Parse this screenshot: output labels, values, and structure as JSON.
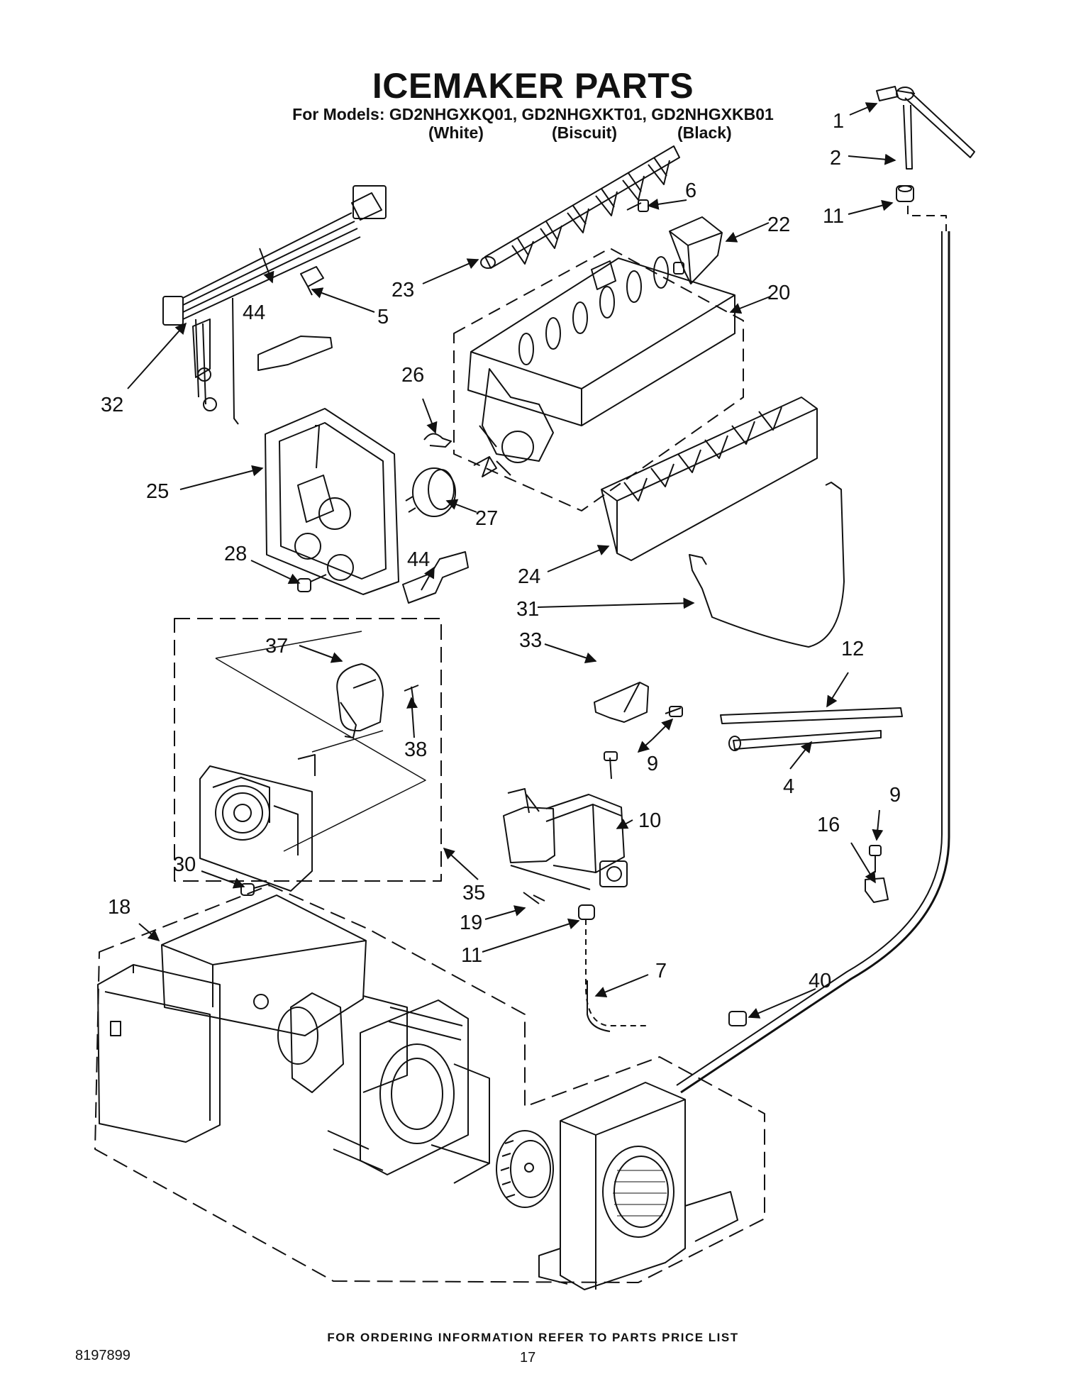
{
  "header": {
    "title": "ICEMAKER PARTS",
    "models_line": "For Models: GD2NHGXKQ01, GD2NHGXKT01, GD2NHGXKB01",
    "variants": [
      "(White)",
      "(Biscuit)",
      "(Black)"
    ]
  },
  "callouts": [
    "1",
    "2",
    "11",
    "6",
    "22",
    "23",
    "5",
    "20",
    "44",
    "32",
    "26",
    "25",
    "27",
    "44",
    "28",
    "24",
    "31",
    "33",
    "37",
    "12",
    "38",
    "9",
    "4",
    "9",
    "10",
    "16",
    "30",
    "35",
    "18",
    "19",
    "11",
    "7",
    "40"
  ],
  "footer": {
    "ordering_note": "FOR ORDERING INFORMATION REFER TO PARTS PRICE LIST",
    "document_number": "8197899",
    "page_number": "17"
  }
}
